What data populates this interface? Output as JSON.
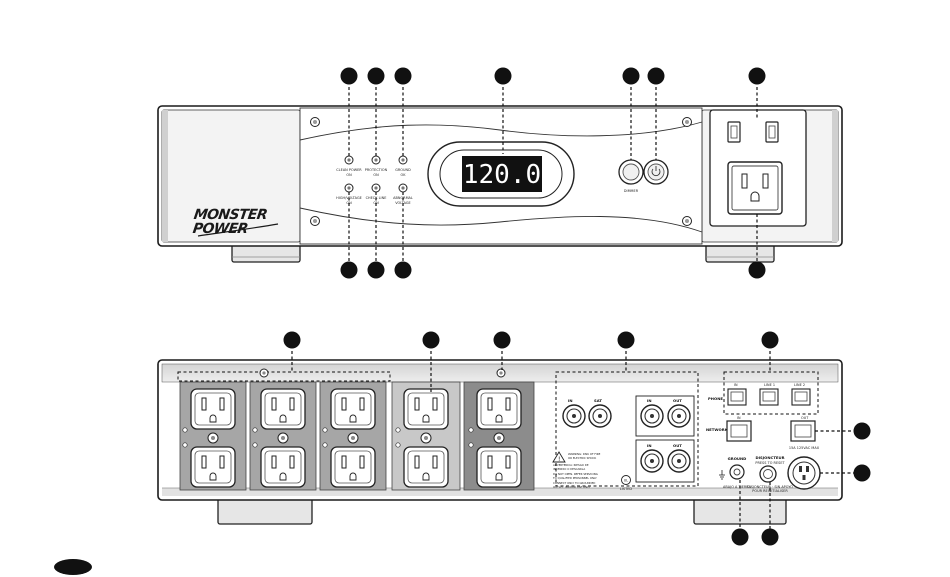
{
  "front_panel": {
    "brand": [
      "MONSTER",
      "POWER"
    ],
    "display_value": "120.0",
    "indicators_top": [
      {
        "line1": "CLEAN POWER",
        "line2": "ON"
      },
      {
        "line1": "PROTECTION",
        "line2": "ON"
      },
      {
        "line1": "GROUND",
        "line2": "OK"
      }
    ],
    "indicators_bottom": [
      {
        "line1": "HIGH/VOLTAGE",
        "line2": "ON"
      },
      {
        "line1": "CHECK LINE",
        "line2": "ON"
      },
      {
        "line1": "ABNORMAL",
        "line2": "VOLTAGE"
      }
    ],
    "dimmer_label": "DIMMER"
  },
  "rear_panel": {
    "coax_labels": [
      "IN",
      "SAT",
      "IN",
      "OUT",
      "IN",
      "OUT"
    ],
    "phone_labels": [
      "PHONE",
      "IN",
      "LINE 1",
      "LINE 2"
    ],
    "network_labels": [
      "NETWORK",
      "IN",
      "OUT"
    ],
    "ground_label": [
      "GROUND",
      "ABAJO A TIERRA"
    ],
    "breaker_label": [
      "DISJONCTEUR",
      "PRESS TO RESET",
      "DISJONCTEUR · SIN APOYO",
      "POUR REINITIALISER"
    ],
    "inlet_label": [
      "15A 125VAC MAX"
    ],
    "warning_lines": [
      "WARNING: RISK OF FIRE",
      "OR ELECTRIC SHOCK",
      "ADVERTENCIA: RIESGO DE",
      "INCENDIO O DESCARGA",
      "DO NOT OPEN. REFER SERVICING",
      "TO QUALIFIED PERSONNEL ONLY",
      "CONNECT ONLY TO GROUNDED",
      "OUTLET. INDOOR USE ONLY."
    ],
    "cert_label": "LISTED"
  },
  "legend": {
    "marker": ""
  }
}
